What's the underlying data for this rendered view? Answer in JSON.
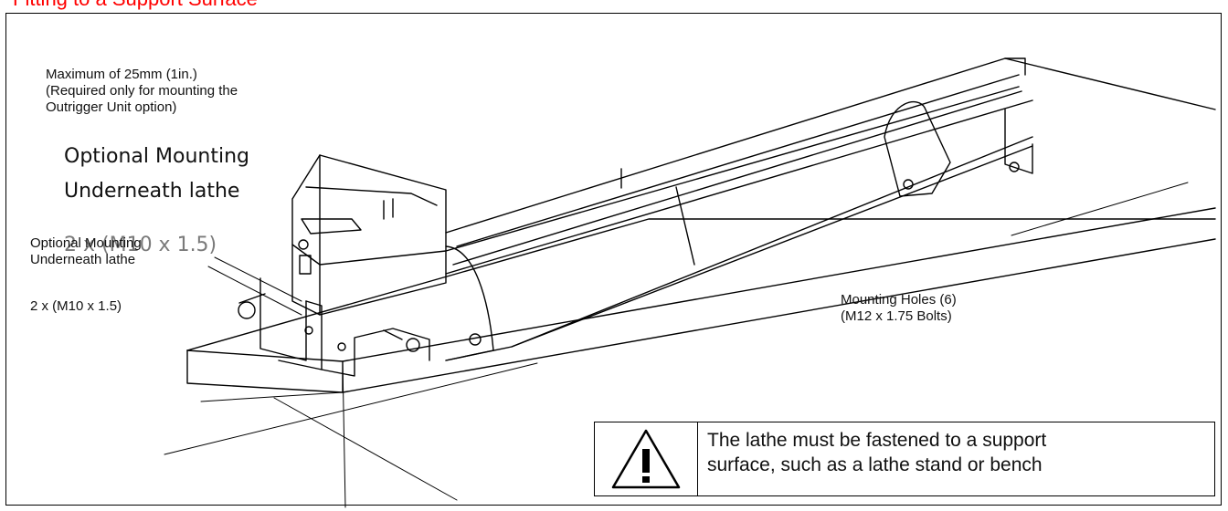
{
  "page": {
    "title": "Fitting to a Support Surface"
  },
  "labels": {
    "max_mount_line1": "Maximum of 25mm (1in.)",
    "max_mount_line2": "(Required only for mounting the",
    "max_mount_line3": "Outrigger Unit option)",
    "optional_large_line1": "Optional Mounting",
    "optional_large_line2": "Underneath lathe",
    "ghost_bolt": "2 x (M10 x 1.5)",
    "optional_small_line1": "Optional Mounting",
    "optional_small_line2": "Underneath lathe",
    "bolt_spec": "2 x (M10 x 1.5)",
    "mounting_holes_line1": "Mounting Holes (6)",
    "mounting_holes_line2": "(M12 x 1.75 Bolts)"
  },
  "warning": {
    "icon": "warning-triangle-icon",
    "text_line1": "The lathe must be fastened to a support",
    "text_line2": "surface, such as a lathe stand or bench"
  },
  "colors": {
    "title": "#ff0000",
    "lines": "#000000"
  }
}
